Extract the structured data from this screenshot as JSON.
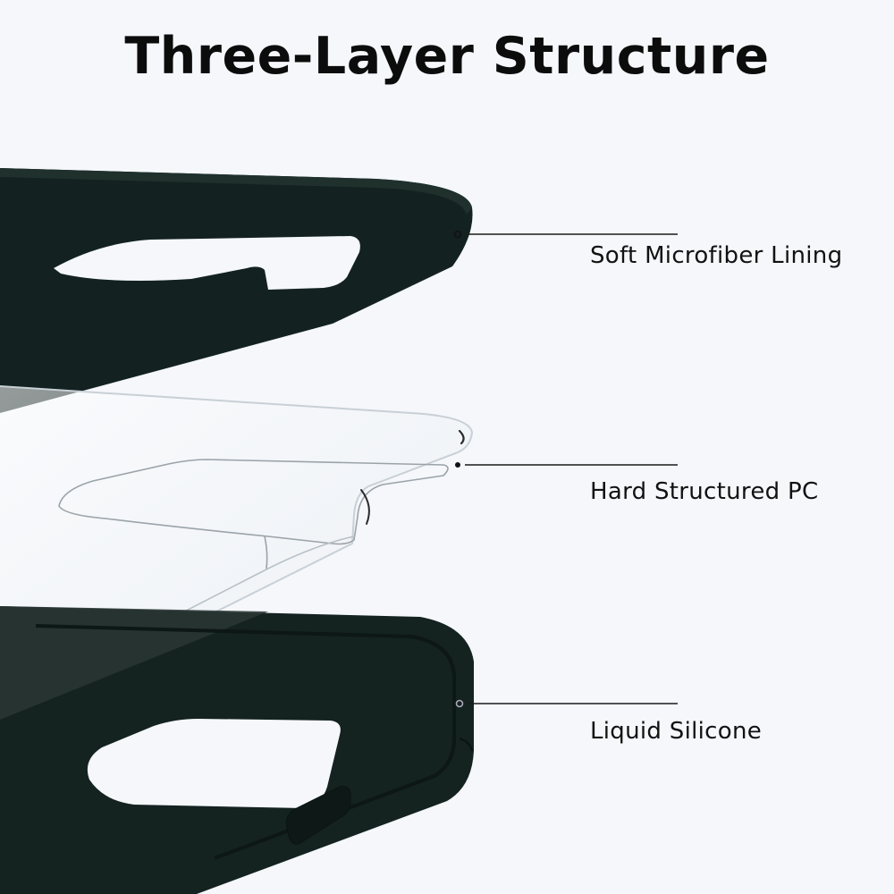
{
  "title": "Three-Layer Structure",
  "layers": [
    {
      "label": "Soft Microfiber Lining"
    },
    {
      "label": "Hard Structured PC"
    },
    {
      "label": "Liquid Silicone"
    }
  ],
  "colors": {
    "background": "#f5f7fb",
    "case_dark": "#152220",
    "callout_line": "#1a1a1a"
  }
}
